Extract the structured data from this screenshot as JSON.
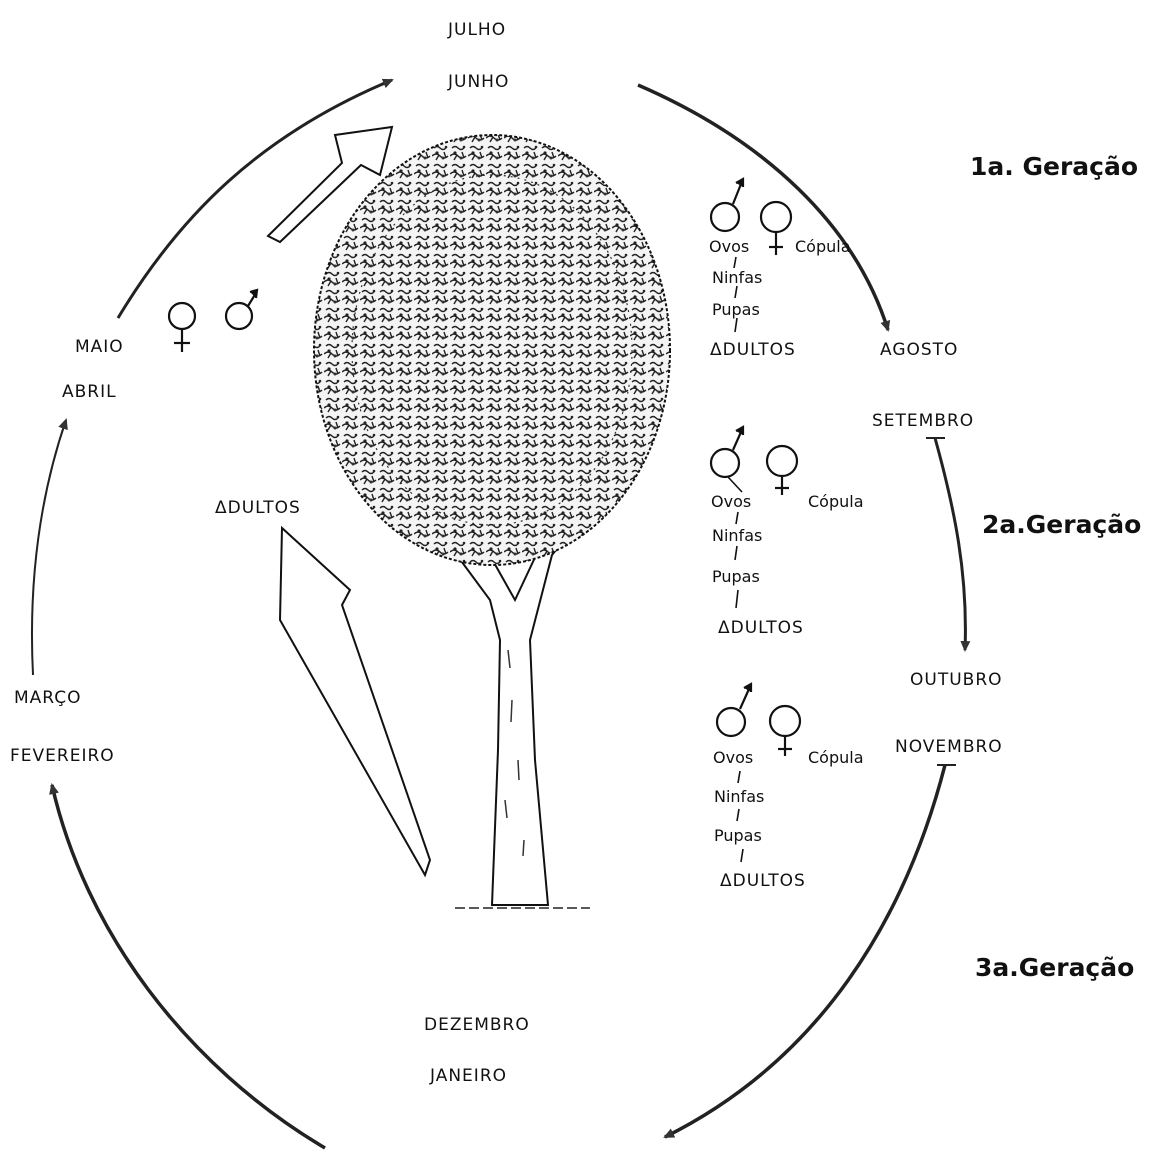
{
  "months": {
    "julho": "JULHO",
    "junho": "JUNHO",
    "agosto": "AGOSTO",
    "setembro": "SETEMBRO",
    "outubro": "OUTUBRO",
    "novembro": "NOVEMBRO",
    "dezembro": "DEZEMBRO",
    "janeiro": "JANEIRO",
    "fevereiro": "FEVEREIRO",
    "marco": "MARÇO",
    "abril": "ABRIL",
    "maio": "MAIO"
  },
  "generations": {
    "g1": "1a. Geração",
    "g2": "2a.Geração",
    "g3": "3a.Geração"
  },
  "cycle1": {
    "ovos": "Ovos",
    "copula": "Cópula",
    "ninfas": "Ninfas",
    "pupas": "Pupas",
    "adultos": "ΔDULTOS"
  },
  "cycle2": {
    "ovos": "Ovos",
    "copula": "Cópula",
    "ninfas": "Ninfas",
    "pupas": "Pupas",
    "adultos": "ΔDULTOS"
  },
  "cycle3": {
    "ovos": "Ovos",
    "copula": "Cópula",
    "ninfas": "Ninfas",
    "pupas": "Pupas",
    "adultos": "ΔDULTOS"
  },
  "tree_adultos": "ΔDULTOS",
  "colors": {
    "ink": "#1a1a1a",
    "arrow": "#2a2a2a"
  }
}
